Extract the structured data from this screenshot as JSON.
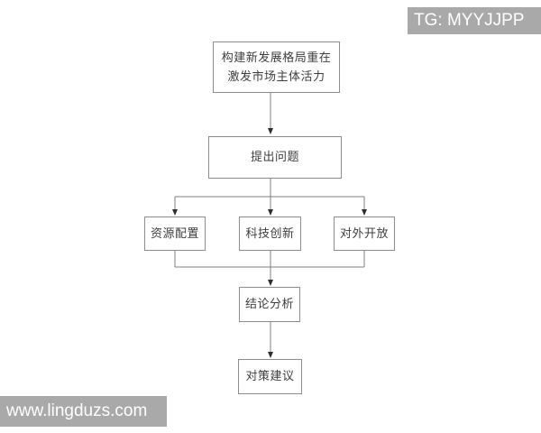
{
  "page": {
    "background": "#ffffff"
  },
  "watermarks": {
    "top_right": {
      "text": "TG: MYYJJPP",
      "bg": "#a9a9a9",
      "color": "#ffffff"
    },
    "bottom_left": {
      "text": "www.lingduzs.com",
      "bg": "#a9a9a9",
      "color": "#ffffff"
    }
  },
  "flowchart": {
    "border_color": "#8c8c8c",
    "text_color": "#3d3d3d",
    "line_color": "#7f7f7f",
    "arrow_color": "#2f2f2f",
    "nodes": {
      "title": "构建新发展格局重在激发市场主体活力",
      "problem": "提出问题",
      "branch_left": "资源配置",
      "branch_middle": "科技创新",
      "branch_right": "对外开放",
      "conclusion": "结论分析",
      "suggestion": "对策建议"
    },
    "flow": [
      "title -> problem",
      "problem -> branch_left",
      "problem -> branch_middle",
      "problem -> branch_right",
      "branch_left -> conclusion",
      "branch_middle -> conclusion",
      "branch_right -> conclusion",
      "conclusion -> suggestion"
    ]
  }
}
